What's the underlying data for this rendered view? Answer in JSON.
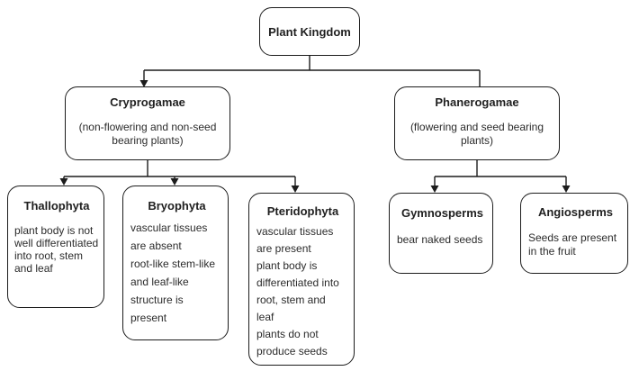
{
  "diagram": {
    "nodes": {
      "plant_kingdom": {
        "title": "Plant Kingdom",
        "body_lines": []
      },
      "cryprogamae": {
        "title": "Cryprogamae",
        "body_lines": [
          "(non-flowering and non-seed",
          "bearing plants)"
        ]
      },
      "phanerogamae": {
        "title": "Phanerogamae",
        "body_lines": [
          "(flowering and seed bearing",
          "plants)"
        ]
      },
      "thallophyta": {
        "title": "Thallophyta",
        "body_lines": [
          "plant body is not",
          "well differentiated",
          "into root, stem",
          "and leaf"
        ]
      },
      "bryophyta": {
        "title": "Bryophyta",
        "body_lines": [
          "vascular tissues",
          "are absent",
          "root-like stem-like",
          "and leaf-like",
          "structure is",
          "present"
        ]
      },
      "pteridophyta": {
        "title": "Pteridophyta",
        "body_lines": [
          "vascular tissues",
          "are present",
          "plant body is",
          "differentiated into",
          "root, stem and",
          "leaf",
          "plants do not",
          "produce seeds"
        ]
      },
      "gymnosperms": {
        "title": "Gymnosperms",
        "body_lines": [
          "bear naked seeds"
        ]
      },
      "angiosperms": {
        "title": "Angiosperms",
        "body_lines": [
          "Seeds are present",
          "in the fruit"
        ]
      }
    },
    "edges": [
      {
        "from": "plant_kingdom",
        "to": "cryprogamae",
        "arrowhead": true
      },
      {
        "from": "plant_kingdom",
        "to": "phanerogamae",
        "arrowhead": false
      },
      {
        "from": "cryprogamae",
        "to": "thallophyta",
        "arrowhead": true
      },
      {
        "from": "cryprogamae",
        "to": "bryophyta",
        "arrowhead": true
      },
      {
        "from": "cryprogamae",
        "to": "pteridophyta",
        "arrowhead": true
      },
      {
        "from": "phanerogamae",
        "to": "gymnosperms",
        "arrowhead": true
      },
      {
        "from": "phanerogamae",
        "to": "angiosperms",
        "arrowhead": true
      }
    ],
    "colors": {
      "background": "#ffffff",
      "border": "#1c1c1c",
      "line": "#1c1c1c",
      "title_text": "#1f1f1f",
      "body_text": "#2b2b2b"
    }
  }
}
